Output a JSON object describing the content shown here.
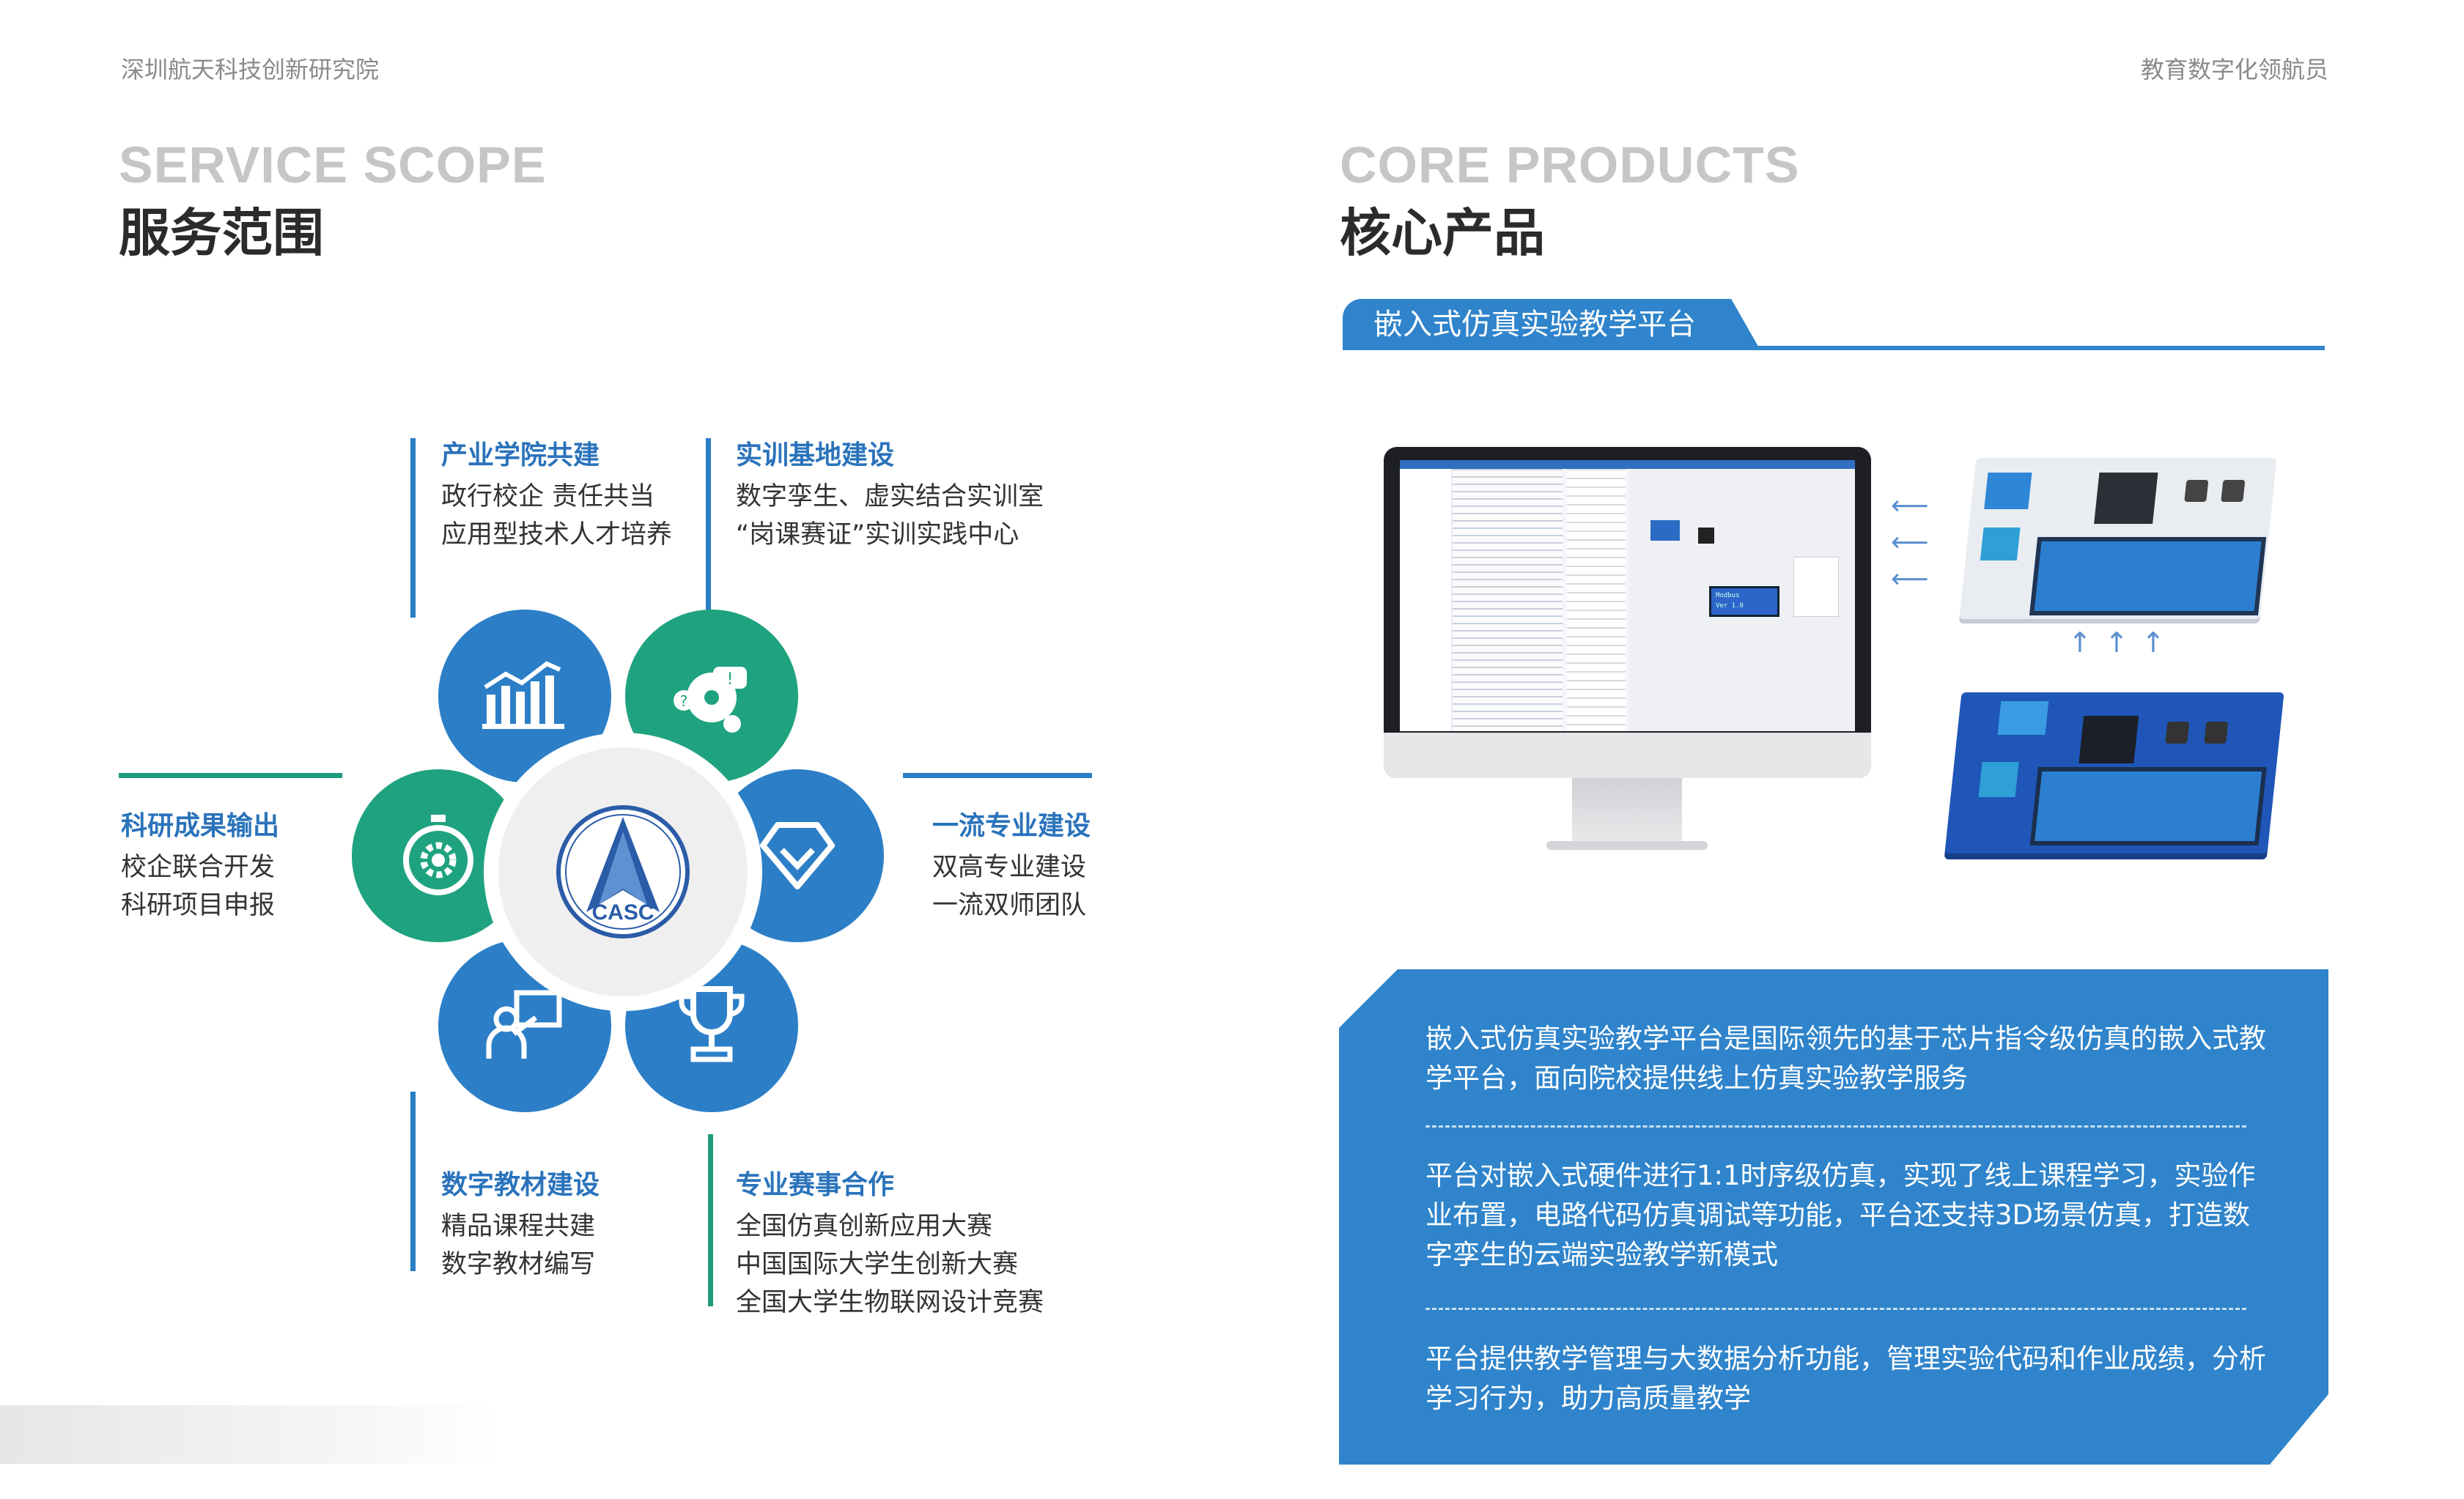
{
  "header": {
    "left_org": "深圳航天科技创新研究院",
    "right_slogan": "教育数字化领航员"
  },
  "left": {
    "title_en": "SERVICE SCOPE",
    "title_cn": "服务范围",
    "center_logo_text": "CASC",
    "services": [
      {
        "title": "产业学院共建",
        "lines": [
          "政行校企 责任共当",
          "应用型技术人才培养"
        ]
      },
      {
        "title": "实训基地建设",
        "lines": [
          "数字孪生、虚实结合实训室",
          "“岗课赛证”实训实践中心"
        ]
      },
      {
        "title": "科研成果输出",
        "lines": [
          "校企联合开发",
          "科研项目申报"
        ]
      },
      {
        "title": "一流专业建设",
        "lines": [
          "双高专业建设",
          "一流双师团队"
        ]
      },
      {
        "title": "数字教材建设",
        "lines": [
          "精品课程共建",
          "数字教材编写"
        ]
      },
      {
        "title": "专业赛事合作",
        "lines": [
          "全国仿真创新应用大赛",
          "中国国际大学生创新大赛",
          "全国大学生物联网设计竞赛"
        ]
      }
    ]
  },
  "right": {
    "title_en": "CORE PRODUCTS",
    "title_cn": "核心产品",
    "product_tab": "嵌入式仿真实验教学平台",
    "lcd_text": [
      "Modbus",
      "Ver 1.0"
    ],
    "paragraphs": [
      "嵌入式仿真实验教学平台是国际领先的基于芯片指令级仿真的嵌入式教学平台，面向院校提供线上仿真实验教学服务",
      "平台对嵌入式硬件进行1:1时序级仿真，实现了线上课程学习，实验作业布置，电路代码仿真调试等功能，平台还支持3D场景仿真，打造数字孪生的云端实验教学新模式",
      "平台提供教学管理与大数据分析功能，管理实验代码和作业成绩，分析学习行为，助力高质量教学"
    ]
  },
  "colors": {
    "blue": "#2c7fc7",
    "green": "#1fa27f",
    "title_gray": "#c6c6c6"
  }
}
